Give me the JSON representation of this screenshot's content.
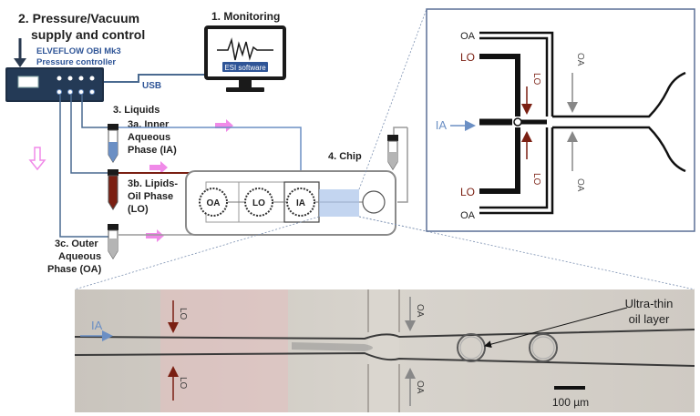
{
  "labels": {
    "monitoring": "1. Monitoring",
    "supply_line1": "2. Pressure/Vacuum",
    "supply_line2": "supply and control",
    "controller_line1": "ELVEFLOW OBI Mk3",
    "controller_line2": "Pressure controller",
    "usb": "USB",
    "software": "ESI software",
    "liquids": "3. Liquids",
    "ia_line1": "3a. Inner",
    "ia_line2": "Aqueous",
    "ia_line3": "Phase (IA)",
    "lo_line1": "3b. Lipids-",
    "lo_line2": "Oil Phase",
    "lo_line3": "(LO)",
    "oa_line1": "3c. Outer",
    "oa_line2": "Aqueous",
    "oa_line3": "Phase (OA)",
    "chip": "4. Chip",
    "port_oa": "OA",
    "port_lo": "LO",
    "port_ia": "IA"
  },
  "inset": {
    "oa_top": "OA",
    "lo_top": "LO",
    "ia": "IA",
    "lo_bottom": "LO",
    "oa_bottom": "OA",
    "lo_vertical_top": "LO",
    "lo_vertical_bottom": "LO",
    "oa_vertical_top": "OA",
    "oa_vertical_bottom": "OA"
  },
  "micrograph": {
    "ia": "IA",
    "lo_top": "LO",
    "lo_bottom": "LO",
    "oa_top": "OA",
    "oa_bottom": "OA",
    "annotation_line1": "Ultra-thin",
    "annotation_line2": "oil layer",
    "scale_bar": "100 µm"
  },
  "colors": {
    "ia": "#6b8fc4",
    "lo": "#7a1f12",
    "oa": "#808080",
    "arrow": "#f08ae8",
    "title": "#1f3a5f",
    "controller_text": "#2f5597"
  }
}
